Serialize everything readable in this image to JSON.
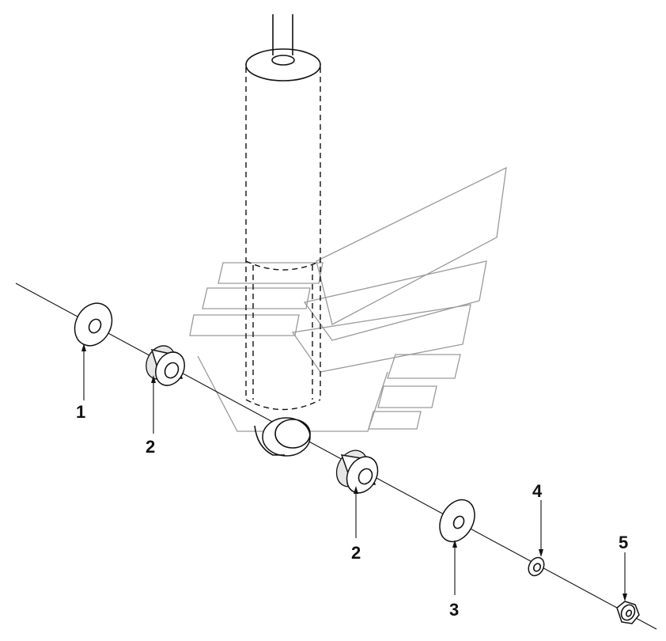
{
  "diagram": {
    "callouts": [
      {
        "id": "c1",
        "text": "1"
      },
      {
        "id": "c2a",
        "text": "2"
      },
      {
        "id": "c2b",
        "text": "2"
      },
      {
        "id": "c3",
        "text": "3"
      },
      {
        "id": "c4",
        "text": "4"
      },
      {
        "id": "c5",
        "text": "5"
      }
    ]
  }
}
